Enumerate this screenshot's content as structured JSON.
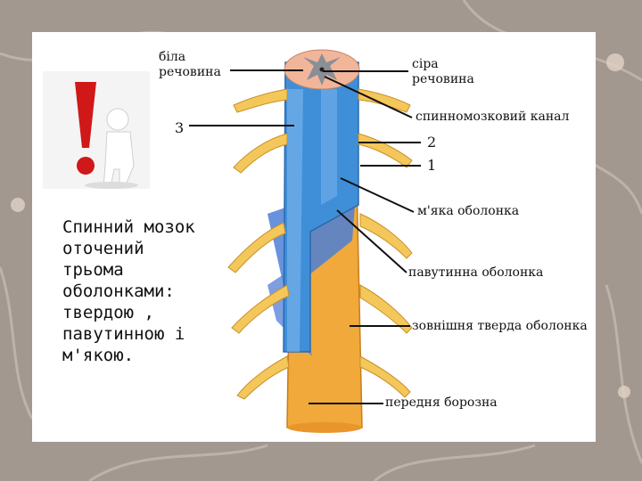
{
  "caption": "Спинний мозок\nоточений\nтрьома\nоболонками:\nтвердою ,\nпавутинною і\nм'якою.",
  "labels": {
    "white_matter": "біла\nречовина",
    "gray_matter": "сіра\nречовина",
    "central_canal": "спинномозковий канал",
    "num2": "2",
    "num1": "1",
    "num3": "3",
    "pia": "м'яка оболонка",
    "arachnoid": "павутинна оболонка",
    "dura": "зовнішня тверда оболонка",
    "fissure": "передня борозна"
  },
  "colors": {
    "cord": "#3f8fd8",
    "dura": "#f0a93a",
    "nerve": "#f4c75a",
    "gray": "#8a8f96"
  }
}
